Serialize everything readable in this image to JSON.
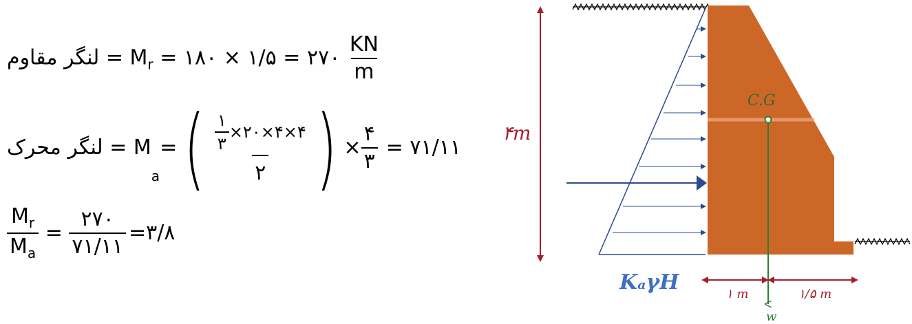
{
  "equations": {
    "resisting": {
      "label": "لنگر مقاوم",
      "symbol": "M",
      "subscript": "r",
      "expression": "= ۱۸۰ × ۱/۵ = ۲۷۰",
      "unit_numerator": "KN",
      "unit_denominator": "m"
    },
    "driving": {
      "label": "لنگر محرک",
      "symbol": "M",
      "subscript": "a",
      "frac_one": "۱",
      "frac_three": "۳",
      "inner_product": "×۲۰×۴×۴",
      "inner_denominator": "۲",
      "times": "×",
      "arm_numerator": "۴",
      "arm_denominator": "۳",
      "result": "= ۷۱/۱۱"
    },
    "ratio": {
      "num_symbol": "M",
      "num_subscript": "r",
      "den_symbol": "M",
      "den_subscript": "a",
      "value_num": "۲۷۰",
      "value_den": "۷۱/۱۱",
      "result": "=۳/۸"
    }
  },
  "diagram": {
    "height_label": "۴m",
    "cg_label": "C.G",
    "pressure_label": "KₐγH",
    "base_dim_left": "۱ m",
    "base_dim_right": "۱/۵ m",
    "weight_label": "w",
    "colors": {
      "wall": "#cc6728",
      "dimension": "#a3202b",
      "pressure": "#2b4c8c",
      "weight": "#2e7d32",
      "label_blue": "#3f6fc4"
    }
  }
}
